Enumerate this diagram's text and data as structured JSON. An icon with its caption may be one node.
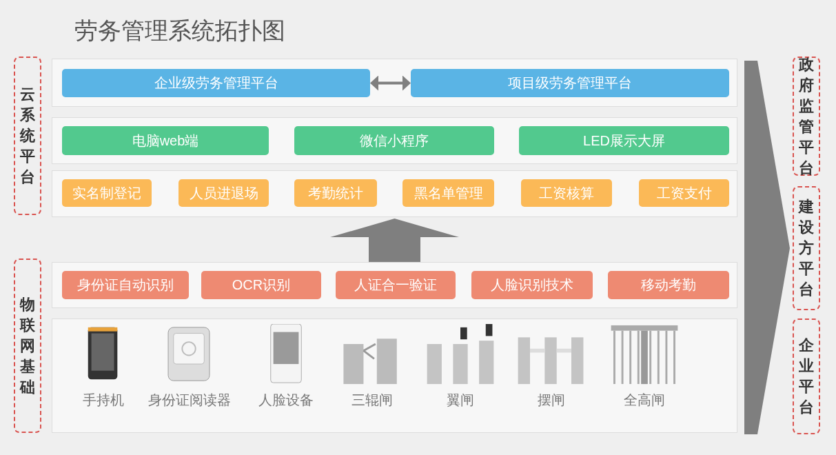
{
  "diagram": {
    "title": "劳务管理系统拓扑图",
    "nodes": [
      {
        "text": [
          "云系统平台"
        ]
      },
      {
        "text": [],
        "shape": "box"
      },
      {
        "text": [
          "企业级劳务管理平台"
        ],
        "in": 1
      },
      {
        "text": [
          "项目级劳务管理平台"
        ],
        "in": 1
      },
      {
        "text": [],
        "shape": "box"
      },
      {
        "text": [
          "电脑web端"
        ],
        "in": 4
      },
      {
        "text": [
          "微信小程序"
        ],
        "in": 4
      },
      {
        "text": [
          "LED展示大屏"
        ],
        "in": 4
      },
      {
        "text": [],
        "shape": "box"
      },
      {
        "text": [
          "实名制登记"
        ],
        "in": 8
      },
      {
        "text": [
          "人员进退场"
        ],
        "in": 8
      },
      {
        "text": [
          "考勤统计"
        ],
        "in": 8
      },
      {
        "text": [
          "黑名单管理"
        ],
        "in": 8
      },
      {
        "text": [
          "工资核算"
        ],
        "in": 8
      },
      {
        "text": [
          "工资支付"
        ],
        "in": 8
      },
      {
        "text": [
          "物联网基础"
        ]
      },
      {
        "text": [],
        "shape": "box"
      },
      {
        "text": [
          "身份证自动识别"
        ],
        "in": 16
      },
      {
        "text": [
          "OCR识别"
        ],
        "in": 16
      },
      {
        "text": [
          "人证合一验证"
        ],
        "in": 16
      },
      {
        "text": [
          "人脸识别技术"
        ],
        "in": 16
      },
      {
        "text": [
          "移动考勤"
        ],
        "in": 16
      },
      {
        "text": [],
        "shape": "box"
      },
      {
        "text": [
          "手持机"
        ],
        "in": 22
      },
      {
        "text": [
          "身份证阅读器"
        ],
        "in": 22
      },
      {
        "text": [
          "人脸设备"
        ],
        "in": 22
      },
      {
        "text": [
          "三辊闸"
        ],
        "in": 22
      },
      {
        "text": [
          "翼闸"
        ],
        "in": 22
      },
      {
        "text": [
          "摆闸"
        ],
        "in": 22
      },
      {
        "text": [
          "全高闸"
        ],
        "in": 22
      },
      {
        "text": [
          "政府监管平台"
        ]
      },
      {
        "text": [
          "建设方平台"
        ]
      },
      {
        "text": [
          "企业平台"
        ]
      }
    ],
    "edges": [
      {
        "from": 2,
        "to": 3,
        "arrow": "both"
      },
      {
        "from": 16,
        "to": 8,
        "arrow": "to",
        "style": "thick"
      },
      {
        "from": null,
        "to": 31,
        "arrow": "to",
        "style": "thick"
      }
    ]
  }
}
